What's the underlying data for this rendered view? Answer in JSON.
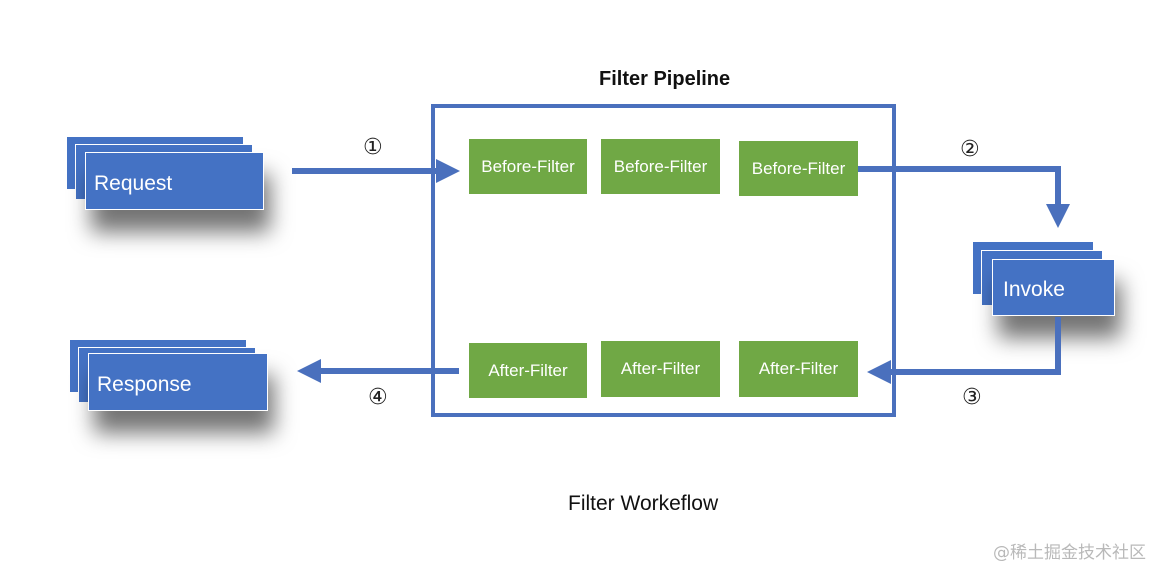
{
  "diagram": {
    "title": "Filter Pipeline",
    "caption": "Filter Workeflow",
    "nodes": {
      "request": "Request",
      "response": "Response",
      "invoke": "Invoke"
    },
    "before_filters": [
      "Before-Filter",
      "Before-Filter",
      "Before-Filter"
    ],
    "after_filters": [
      "After-Filter",
      "After-Filter",
      "After-Filter"
    ],
    "steps": [
      "①",
      "②",
      "③",
      "④"
    ],
    "watermark": "@稀土掘金技术社区"
  },
  "colors": {
    "node_blue": "#4472c4",
    "arrow_blue": "#4a70bd",
    "filter_green": "#70a845"
  }
}
